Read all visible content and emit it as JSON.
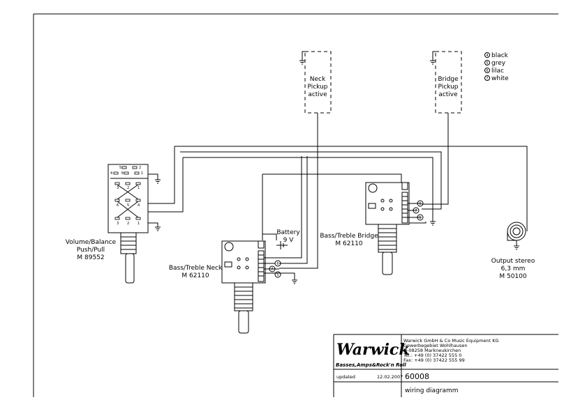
{
  "pickups": {
    "neck": [
      "Neck",
      "Pickup",
      "active"
    ],
    "bridge": [
      "Bridge",
      "Pickup",
      "active"
    ]
  },
  "color_key": [
    {
      "num": "4",
      "label": "black"
    },
    {
      "num": "5",
      "label": "grey"
    },
    {
      "num": "6",
      "label": "lilac"
    },
    {
      "num": "7",
      "label": "white"
    }
  ],
  "volume_pot": [
    "Volume/Balance",
    "Push/Pull",
    "M 89552"
  ],
  "volume_pins_top": [
    "4",
    "5",
    "6",
    "2",
    "1"
  ],
  "volume_pins_mid": [
    "3",
    "2",
    "1"
  ],
  "volume_pins_cross": [
    "6",
    "5",
    "4"
  ],
  "volume_pins_bottom": [
    "3",
    "2",
    "1"
  ],
  "battery": [
    "Battery",
    "9 V"
  ],
  "neck_pot": [
    "Bass/Treble Neck",
    "M 62110"
  ],
  "neck_pot_circles": [
    "6",
    "7",
    "5"
  ],
  "bridge_pot": [
    "Bass/Treble Bridge",
    "M 62110"
  ],
  "bridge_pot_circles": [
    "6",
    "7",
    "5"
  ],
  "output": [
    "Output stereo",
    "6,3 mm",
    "M 50100"
  ],
  "title_block": {
    "brand": "Warwick",
    "slogan": "Basses,Amps&Rock'n Roll",
    "address": [
      "Warwick GmbH & Co Music Equipment KG",
      "Gewerbegebiet Wohlhausen",
      "D-08258 Markneukirchen",
      "Tel.: +49 (0) 37422 555 0",
      "Fax: +49 (0) 37422 555 99"
    ],
    "updated_label": "updated",
    "updated_date": "12.02.2007",
    "drawing_number": "60008",
    "drawing_title": "wiring diagramm"
  }
}
